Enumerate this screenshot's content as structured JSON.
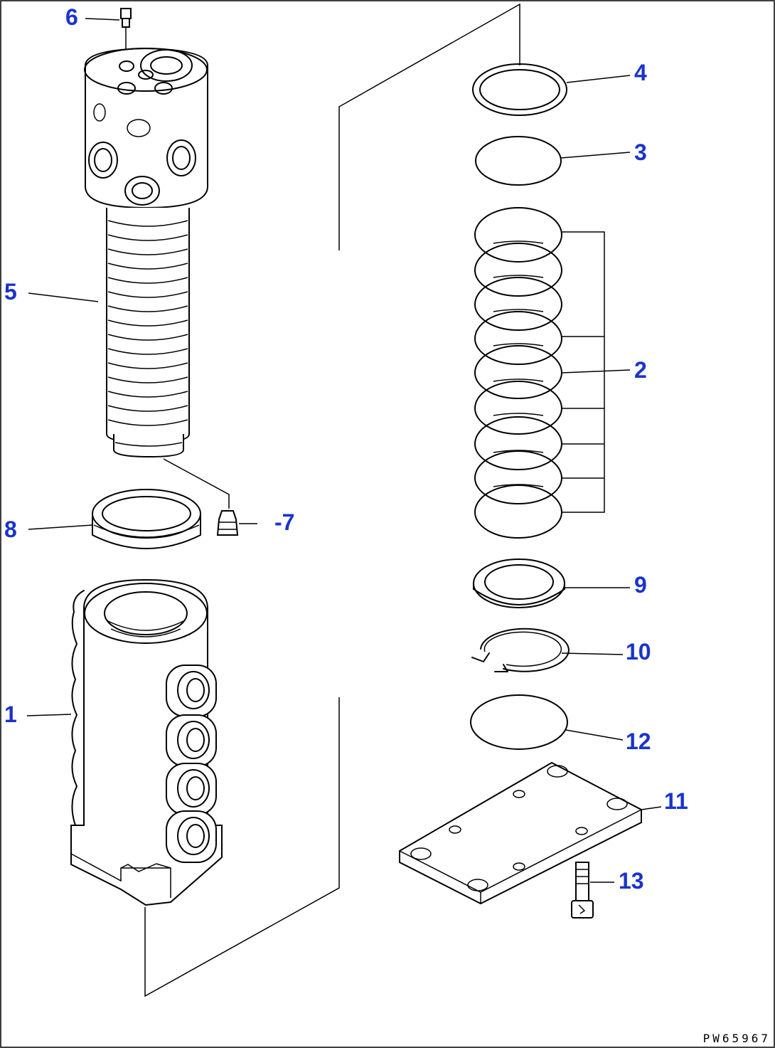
{
  "diagram": {
    "callouts": [
      {
        "id": "part-1",
        "label": "1"
      },
      {
        "id": "part-2",
        "label": "2"
      },
      {
        "id": "part-3",
        "label": "3"
      },
      {
        "id": "part-4",
        "label": "4"
      },
      {
        "id": "part-5",
        "label": "5"
      },
      {
        "id": "part-6",
        "label": "6"
      },
      {
        "id": "part-7",
        "label": "-7"
      },
      {
        "id": "part-8",
        "label": "8"
      },
      {
        "id": "part-9",
        "label": "9"
      },
      {
        "id": "part-10",
        "label": "10"
      },
      {
        "id": "part-11",
        "label": "11"
      },
      {
        "id": "part-12",
        "label": "12"
      },
      {
        "id": "part-13",
        "label": "13"
      }
    ],
    "drawing_code": "PW65967",
    "colors": {
      "callout": "#1a33cc",
      "line": "#000000",
      "background": "#ffffff"
    }
  }
}
